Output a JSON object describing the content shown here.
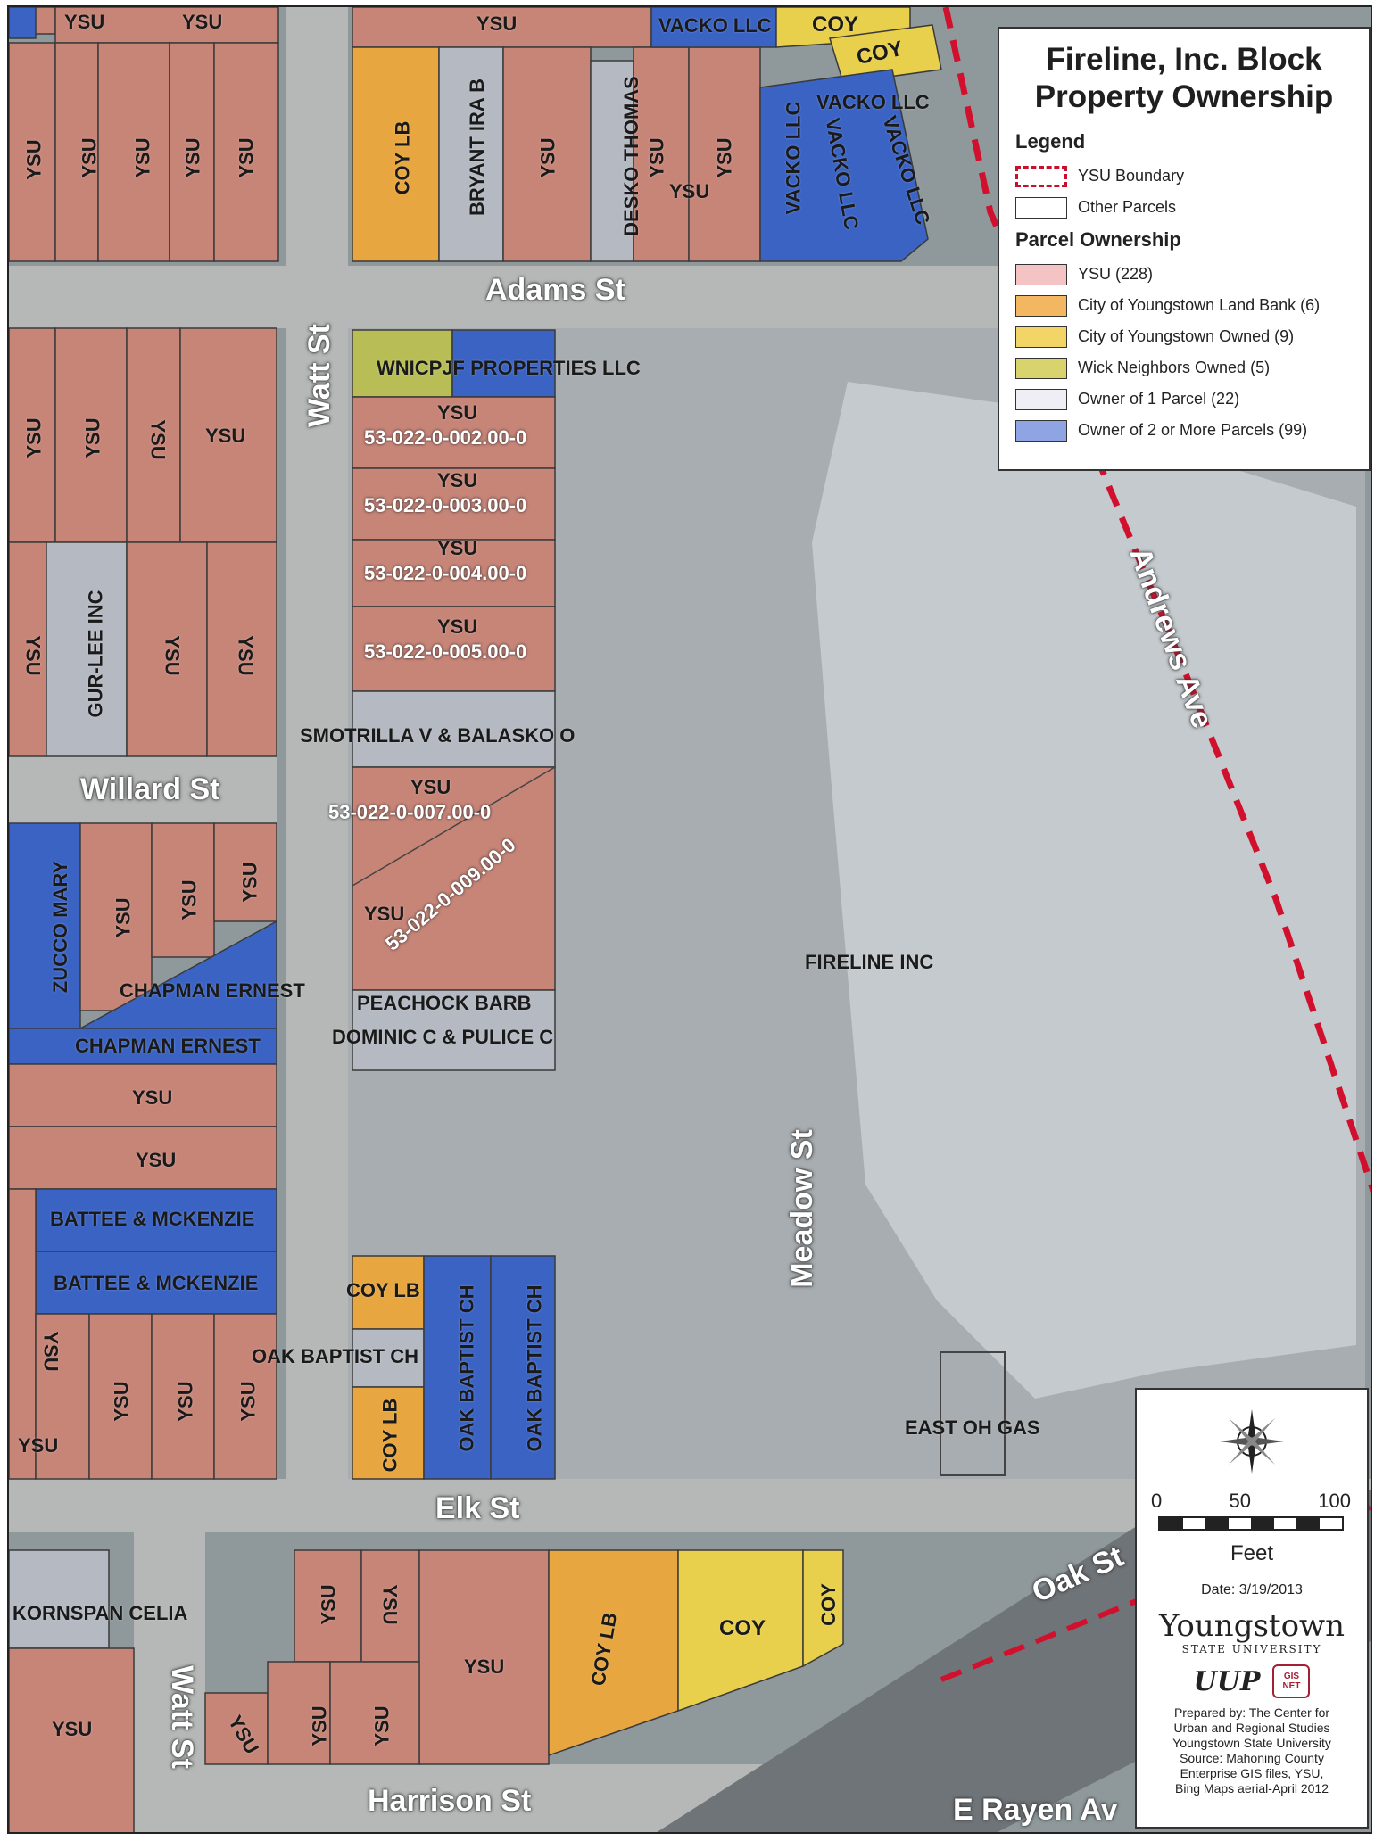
{
  "legend": {
    "title_line1": "Fireline, Inc. Block",
    "title_line2": "Property Ownership",
    "heading": "Legend",
    "boundary": {
      "label": "YSU Boundary",
      "color": "#c8102e"
    },
    "other": {
      "label": "Other Parcels"
    },
    "ownership_heading": "Parcel Ownership",
    "items": [
      {
        "label": "YSU (228)",
        "color": "#f4c3c3"
      },
      {
        "label": "City of Youngstown Land Bank (6)",
        "color": "#f3b661"
      },
      {
        "label": "City of Youngstown Owned (9)",
        "color": "#f2d467"
      },
      {
        "label": "Wick Neighbors Owned (5)",
        "color": "#d9d36d"
      },
      {
        "label": "Owner of 1 Parcel (22)",
        "color": "#eeeef4"
      },
      {
        "label": "Owner of 2 or More Parcels (99)",
        "color": "#8fa5e3"
      }
    ]
  },
  "fills": {
    "ysu": "#c78578",
    "landbank": "#e7a63f",
    "city": "#e8cf4c",
    "wick": "#b8be55",
    "one": "#b4b9c2",
    "multi": "#3a63c4",
    "road": "#b5b8b6",
    "lot": "#a7adb0"
  },
  "scale": {
    "n0": "0",
    "n1": "50",
    "n2": "100",
    "units": "Feet"
  },
  "date": "Date: 3/19/2013",
  "ysu_logo": {
    "line1": "Youngstown",
    "line2": "STATE UNIVERSITY"
  },
  "logos": {
    "uup": "UUP",
    "gis": "GIS NET"
  },
  "credits": [
    "Prepared by: The Center for",
    "Urban and Regional Studies",
    "Youngstown State University",
    "Source: Mahoning County",
    "Enterprise GIS files, YSU,",
    "Bing Maps aerial-April 2012"
  ],
  "streets": {
    "adams": "Adams St",
    "watt": "Watt St",
    "willard": "Willard St",
    "meadow": "Meadow St",
    "andrews": "Andrews Ave",
    "elk": "Elk St",
    "oak": "Oak St",
    "watt2": "Watt St",
    "harrison": "Harrison St",
    "rayen": "E Rayen Av"
  },
  "labels": {
    "ysu": "YSU",
    "vacko": "VACKO LLC",
    "coy": "COY",
    "coylb": "COY LB",
    "bryant": "BRYANT IRA B",
    "desko": "DESKO THOMAS",
    "wnicpjf": "WNICPJF PROPERTIES LLC",
    "p002": "53-022-0-002.00-0",
    "p003": "53-022-0-003.00-0",
    "p004": "53-022-0-004.00-0",
    "p005": "53-022-0-005.00-0",
    "p007": "53-022-0-007.00-0",
    "p009": "53-022-0-009.00-0",
    "gurlee": "GUR-LEE INC",
    "smotrilla": "SMOTRILLA V & BALASKO O",
    "zucco": "ZUCCO MARY",
    "chapman": "CHAPMAN ERNEST",
    "peachock": "PEACHOCK BARB",
    "dominic": "DOMINIC C & PULICE C",
    "fireline": "FIRELINE INC",
    "battee": "BATTEE & MCKENZIE",
    "oakbaptist": "OAK BAPTIST CH",
    "eastoh": "EAST OH GAS",
    "kornspan": "KORNSPAN CELIA"
  }
}
